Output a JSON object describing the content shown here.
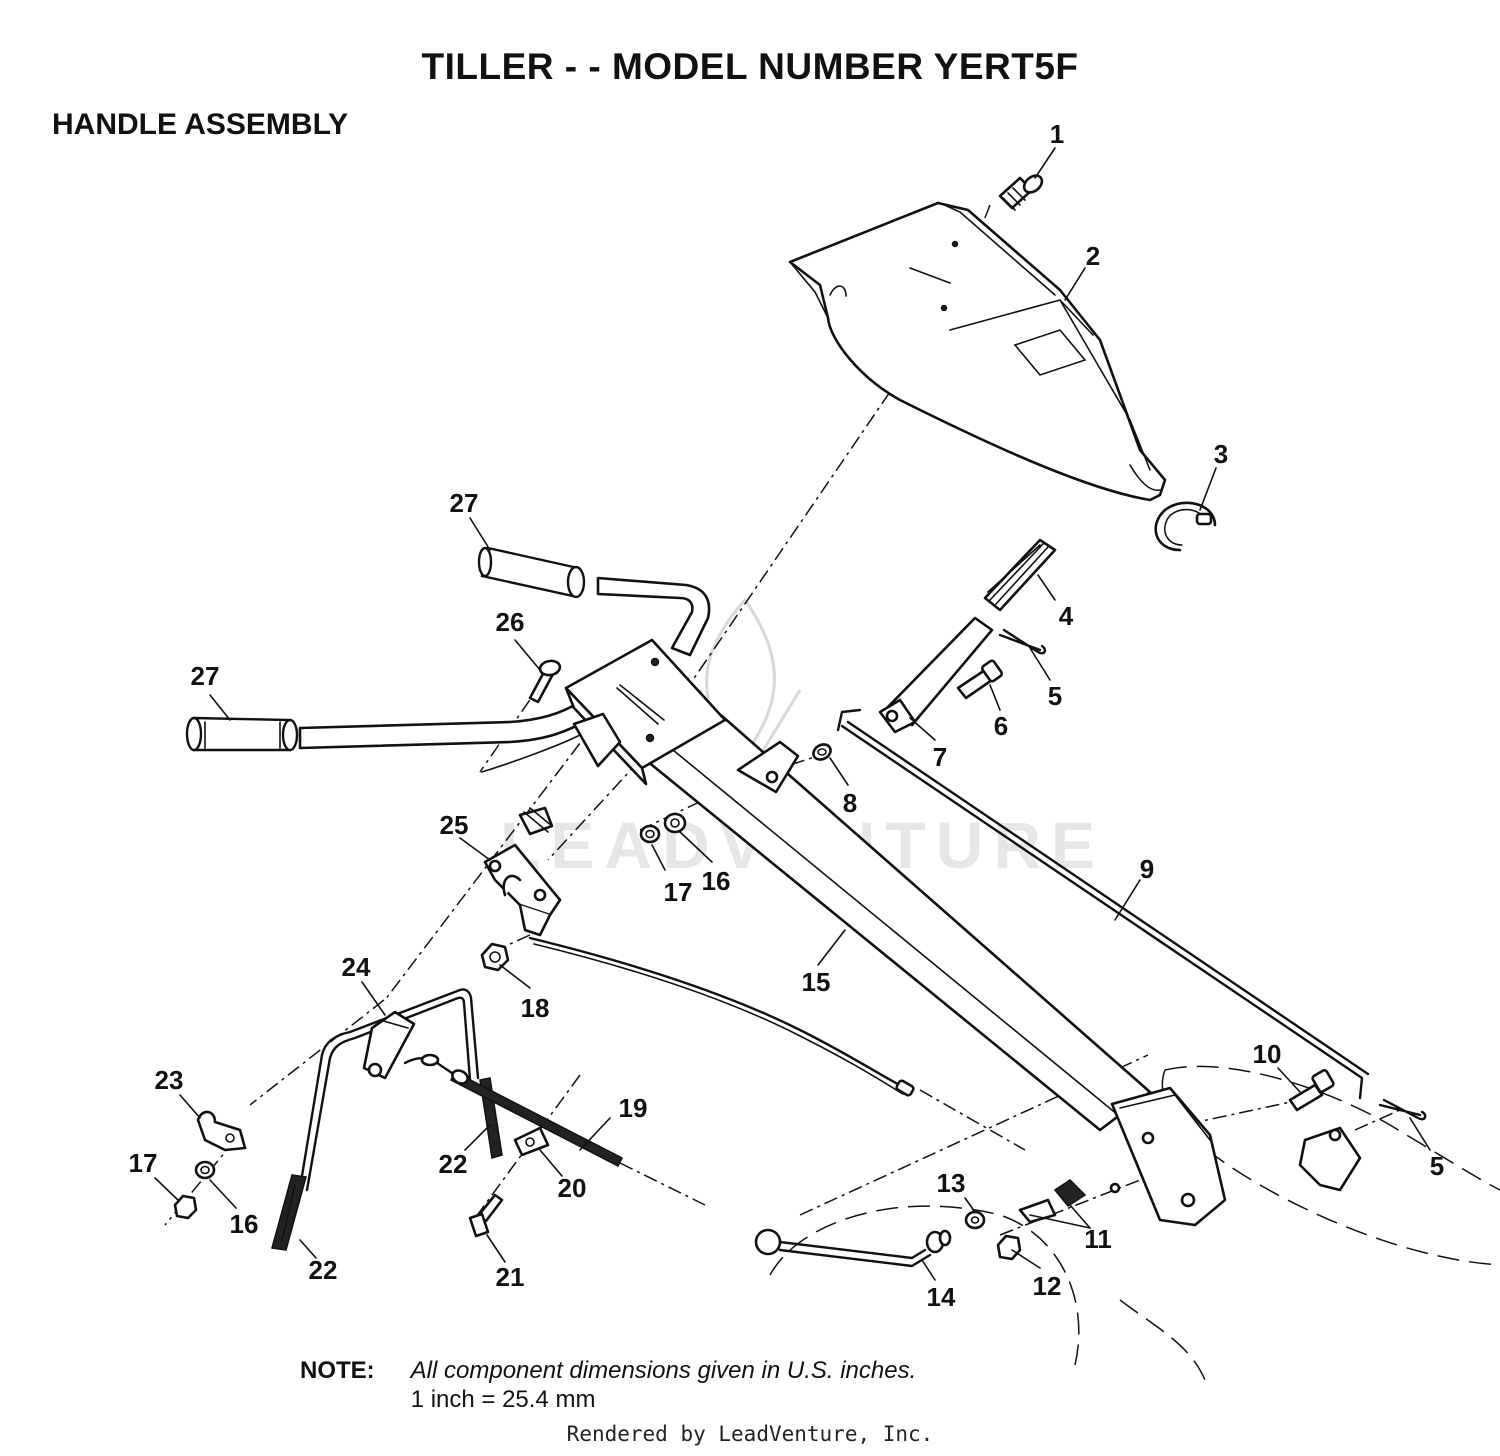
{
  "header": {
    "title": "TILLER - - MODEL NUMBER YERT5F",
    "section": "HANDLE ASSEMBLY"
  },
  "callouts": [
    {
      "id": "c1",
      "label": "1"
    },
    {
      "id": "c2",
      "label": "2"
    },
    {
      "id": "c3",
      "label": "3"
    },
    {
      "id": "c4",
      "label": "4"
    },
    {
      "id": "c5a",
      "label": "5"
    },
    {
      "id": "c5b",
      "label": "5"
    },
    {
      "id": "c6",
      "label": "6"
    },
    {
      "id": "c7",
      "label": "7"
    },
    {
      "id": "c8",
      "label": "8"
    },
    {
      "id": "c9",
      "label": "9"
    },
    {
      "id": "c10",
      "label": "10"
    },
    {
      "id": "c11",
      "label": "11"
    },
    {
      "id": "c12",
      "label": "12"
    },
    {
      "id": "c13",
      "label": "13"
    },
    {
      "id": "c14",
      "label": "14"
    },
    {
      "id": "c15",
      "label": "15"
    },
    {
      "id": "c16a",
      "label": "16"
    },
    {
      "id": "c16b",
      "label": "16"
    },
    {
      "id": "c17a",
      "label": "17"
    },
    {
      "id": "c17b",
      "label": "17"
    },
    {
      "id": "c18",
      "label": "18"
    },
    {
      "id": "c19",
      "label": "19"
    },
    {
      "id": "c20",
      "label": "20"
    },
    {
      "id": "c21",
      "label": "21"
    },
    {
      "id": "c22a",
      "label": "22"
    },
    {
      "id": "c22b",
      "label": "22"
    },
    {
      "id": "c23",
      "label": "23"
    },
    {
      "id": "c24",
      "label": "24"
    },
    {
      "id": "c25",
      "label": "25"
    },
    {
      "id": "c26",
      "label": "26"
    },
    {
      "id": "c27a",
      "label": "27"
    },
    {
      "id": "c27b",
      "label": "27"
    }
  ],
  "note": {
    "label": "NOTE:",
    "line1": "All component dimensions given in U.S. inches.",
    "line2": "1 inch = 25.4 mm"
  },
  "watermark": "LEADVENTURE",
  "footer": {
    "credit": "Rendered by LeadVenture, Inc."
  }
}
